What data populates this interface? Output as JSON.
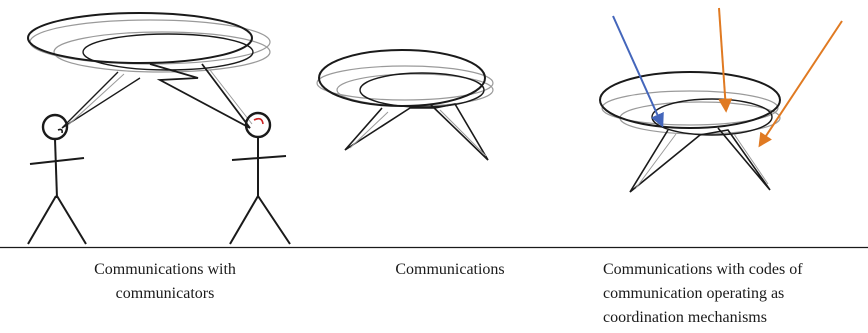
{
  "colors": {
    "ink": "#1a1a1a",
    "faint_ink": "#9a9a9a",
    "blue_arrow": "#4466bb",
    "orange_arrow": "#e07a22",
    "mouth_accent": "#cc2222"
  },
  "panels": [
    {
      "caption_lines": [
        "Communications with",
        "communicators"
      ]
    },
    {
      "caption_lines": [
        "Communications"
      ]
    },
    {
      "caption_lines": [
        "Communications with codes of",
        "communication operating as",
        "coordination mechanisms"
      ]
    }
  ]
}
